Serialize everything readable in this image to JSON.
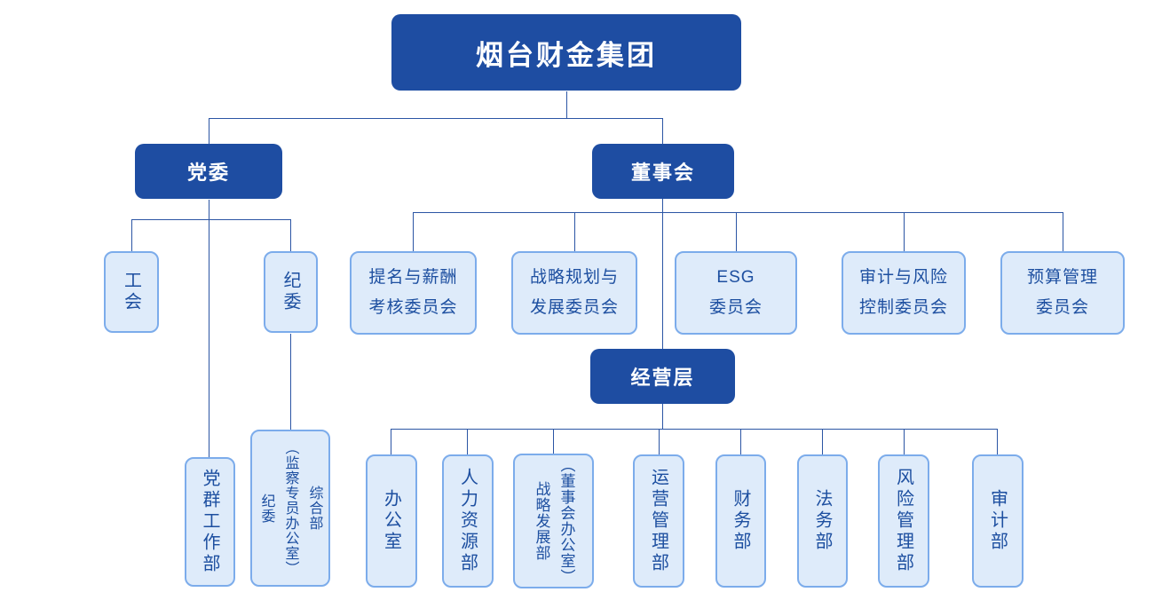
{
  "colors": {
    "primary": "#1e4da2",
    "node_fill": "#deebfa",
    "node_border": "#7caceb",
    "node_text": "#1d4fa0",
    "line": "#2b55a4"
  },
  "nodes": {
    "root": {
      "label": "烟台财金集团"
    },
    "party": {
      "label": "党委"
    },
    "board": {
      "label": "董事会"
    },
    "management": {
      "label": "经营层"
    },
    "union": {
      "label": "工会"
    },
    "discipline": {
      "label": "纪委"
    },
    "party_mass_dept": {
      "label": "党群工作部"
    },
    "general_dept": {
      "label": "综合部\n（监察专员办公室）\n纪委"
    },
    "committee_nomination": {
      "label": "提名与薪酬\n考核委员会"
    },
    "committee_strategy": {
      "label": "战略规划与\n发展委员会"
    },
    "committee_esg": {
      "label": "ESG\n委员会"
    },
    "committee_audit_risk": {
      "label": "审计与风险\n控制委员会"
    },
    "committee_budget": {
      "label": "预算管理\n委员会"
    },
    "dept_office": {
      "label": "办公室"
    },
    "dept_hr": {
      "label": "人力资源部"
    },
    "dept_strategy": {
      "label": "（董事会办公室）\n战略发展部"
    },
    "dept_operations": {
      "label": "运营管理部"
    },
    "dept_finance": {
      "label": "财务部"
    },
    "dept_legal": {
      "label": "法务部"
    },
    "dept_risk": {
      "label": "风险管理部"
    },
    "dept_audit": {
      "label": "审计部"
    }
  }
}
